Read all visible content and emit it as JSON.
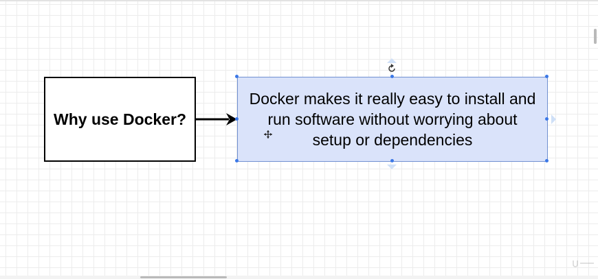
{
  "diagram": {
    "left_box": {
      "label": "Why use Docker?"
    },
    "right_box": {
      "lines": [
        "Docker makes it really easy to install and",
        "run software without worrying about",
        "setup or dependencies"
      ],
      "fill_color": "#dae3fa",
      "selected": true
    },
    "connector": {
      "type": "arrow",
      "color": "#000000"
    }
  },
  "colors": {
    "selection_handle": "#3b78e7",
    "grid": "#ececec"
  },
  "icons": [
    "rotate-icon",
    "move-icon",
    "connection-arrow-hint-icon",
    "watermark-logo"
  ]
}
